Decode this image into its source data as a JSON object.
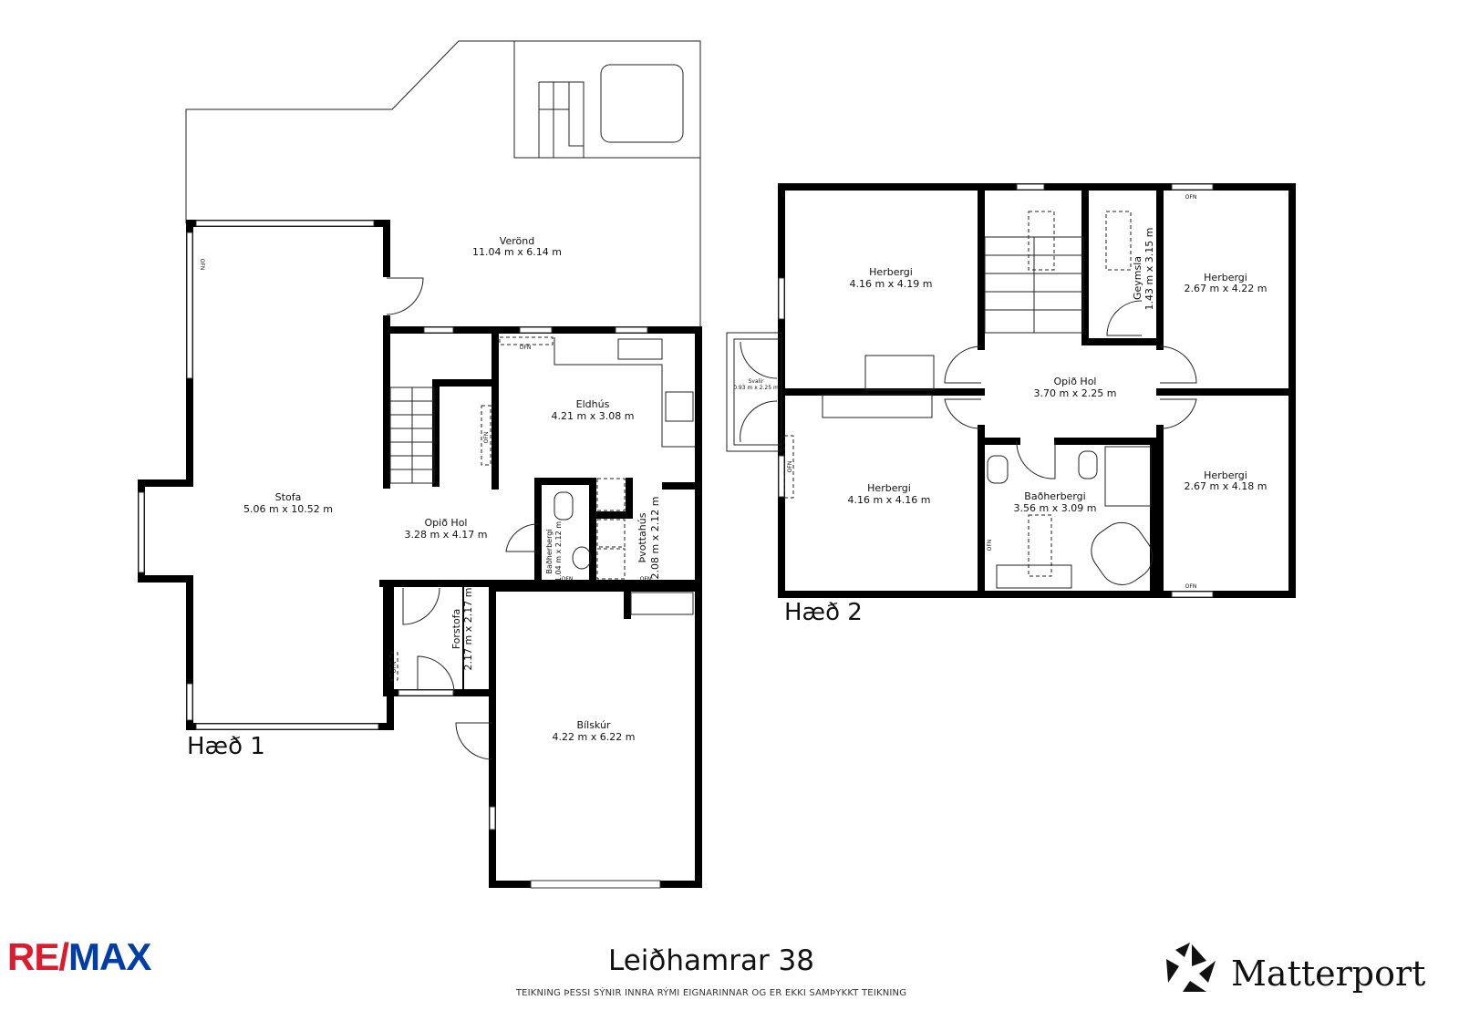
{
  "floors": [
    {
      "label": "Hæð 1"
    },
    {
      "label": "Hæð 2"
    }
  ],
  "rooms_floor1": [
    {
      "name": "Verönd",
      "size": "11.04 m x 6.14 m"
    },
    {
      "name": "Stofa",
      "size": "5.06 m x 10.52 m"
    },
    {
      "name": "Eldhús",
      "size": "4.21 m x 3.08 m"
    },
    {
      "name": "Opið Hol",
      "size": "3.28 m x 4.17 m"
    },
    {
      "name": "Baðherbergi",
      "size": "1.04 m x 2.12 m"
    },
    {
      "name": "Þvottahús",
      "size": "2.08 m x 2.12 m"
    },
    {
      "name": "Forstofa",
      "size": "2.17 m x 2.17 m"
    },
    {
      "name": "Bílskúr",
      "size": "4.22 m x 6.22 m"
    }
  ],
  "rooms_floor2": [
    {
      "name": "Herbergi",
      "size": "4.16 m x 4.19 m"
    },
    {
      "name": "Herbergi",
      "size": "4.16 m x 4.16 m"
    },
    {
      "name": "Opið Hol",
      "size": "3.70 m x 2.25 m"
    },
    {
      "name": "Geymsla",
      "size": "1.43 m x 3.15 m"
    },
    {
      "name": "Herbergi",
      "size": "2.67 m x 4.22 m"
    },
    {
      "name": "Herbergi",
      "size": "2.67 m x 4.18 m"
    },
    {
      "name": "Baðherbergi",
      "size": "3.56 m x 3.09 m"
    },
    {
      "name": "Svalir",
      "size": "0.93 m x 2.25 m"
    }
  ],
  "heater_label": "OFN",
  "address": "Leiðhamrar 38",
  "disclaimer": "TEIKNING ÞESSI SÝNIR INNRA RÝMI EIGNARINNAR OG ER EKKI SAMÞYKKT TEIKNING",
  "logos": {
    "remax": "RE/MAX",
    "matterport": "Matterport"
  }
}
